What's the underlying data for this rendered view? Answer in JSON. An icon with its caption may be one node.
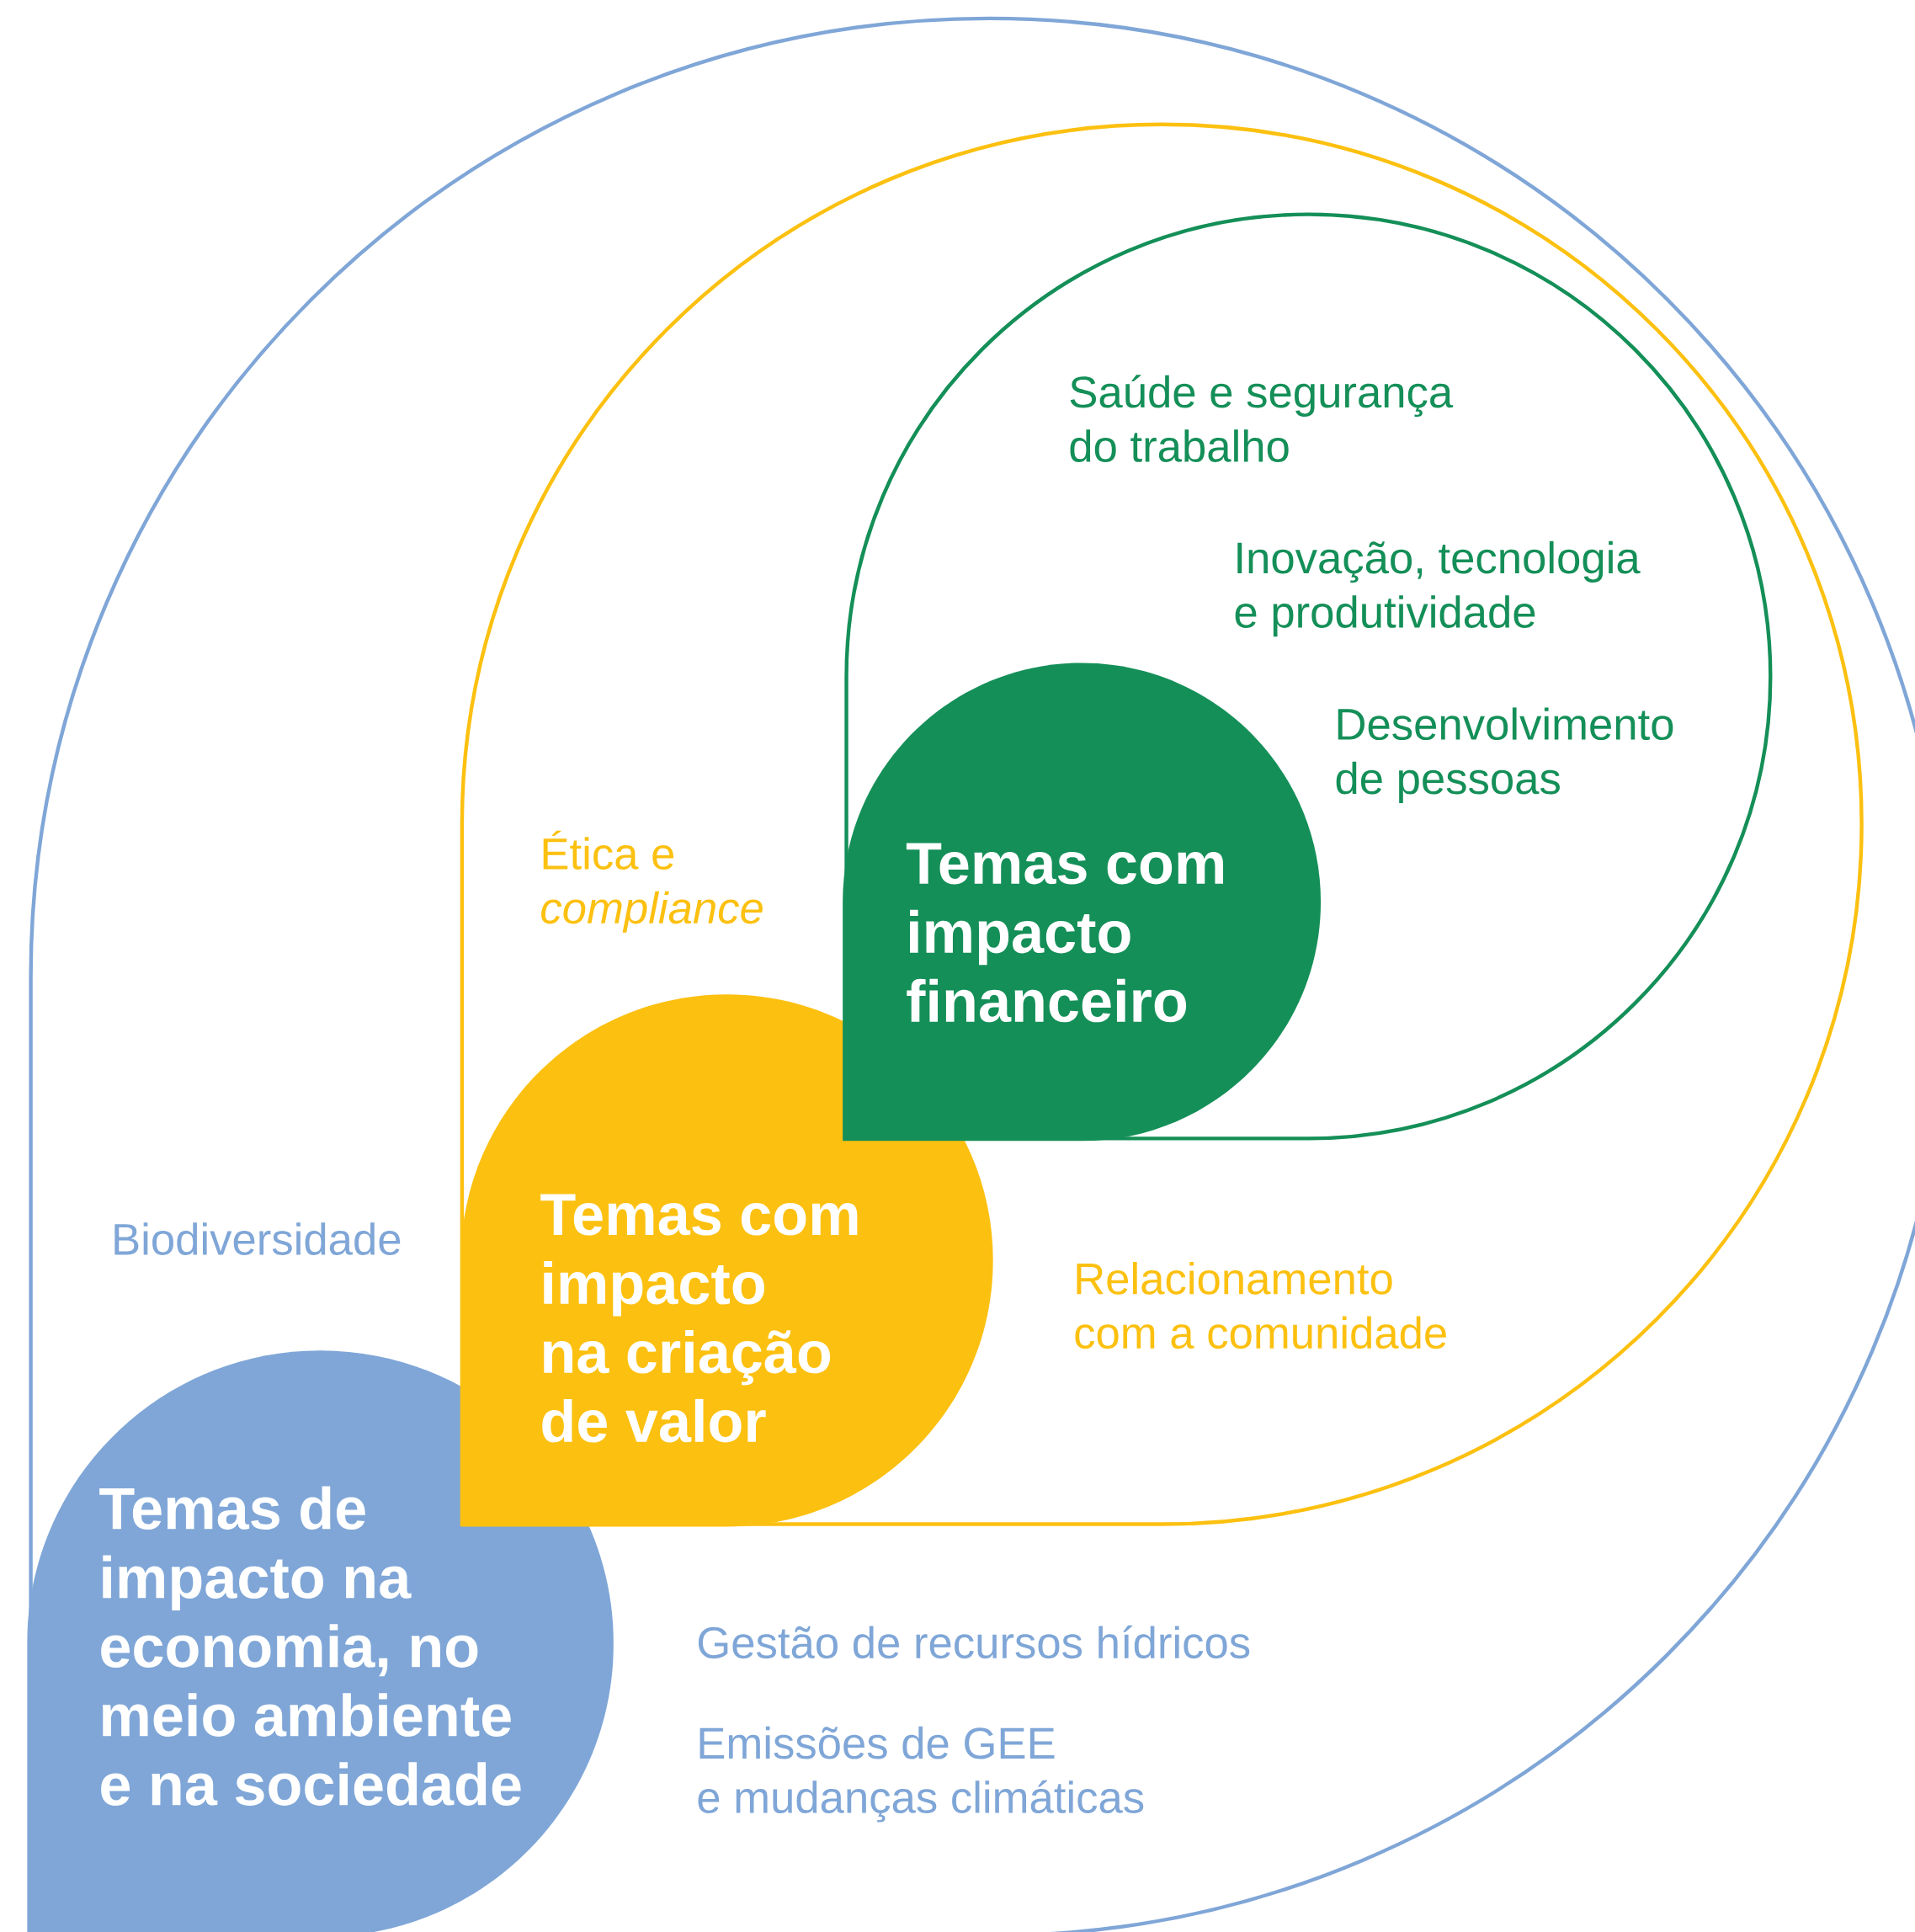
{
  "diagram": {
    "nodes": [
      {
        "text": [
          "Biodiversidade",
          "Gestão de recursos hídricos",
          "Emissões de GEE e mudanças climáticas"
        ]
      },
      {
        "text": [
          "Temas de impacto na economia, no meio ambiente e na sociedade"
        ],
        "in": 0
      },
      {
        "text": [
          "Ética e *compliance*",
          "Relacionamento com a comunidade"
        ],
        "in": 0
      },
      {
        "text": [
          "Temas com impacto na criação de valor"
        ],
        "in": 2
      },
      {
        "text": [
          "Saúde e segurança do trabalho",
          "Inovação, tecnologia e produtividade",
          "Desenvolvimento de pessoas"
        ],
        "in": 2
      },
      {
        "text": [
          "Temas com impacto financeiro"
        ],
        "in": 4
      }
    ]
  }
}
